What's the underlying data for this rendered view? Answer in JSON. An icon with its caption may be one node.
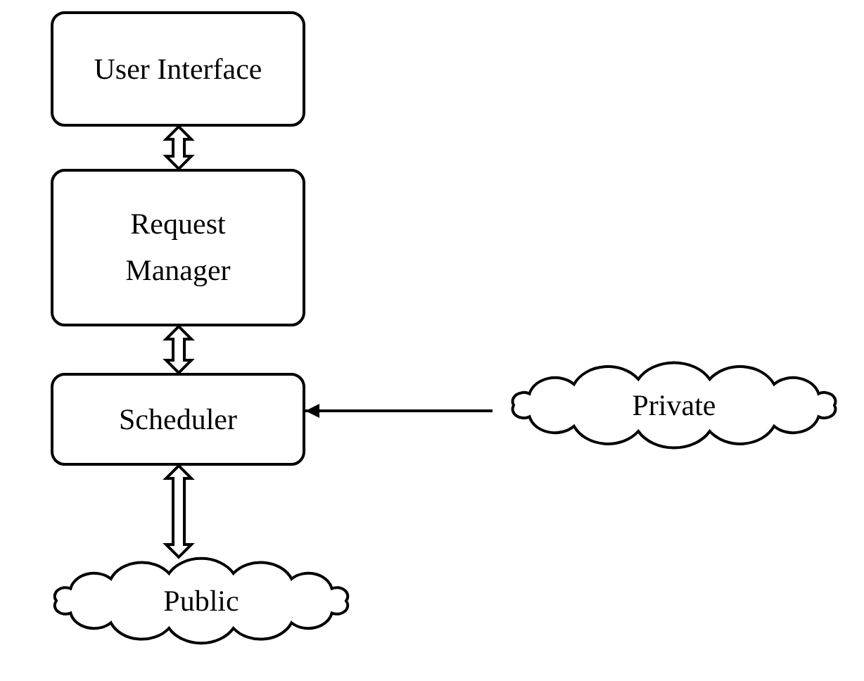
{
  "diagram": {
    "nodes": [
      {
        "text": [
          "User Interface"
        ]
      },
      {
        "text": [
          "Request Manager"
        ]
      },
      {
        "text": [
          "Scheduler"
        ]
      },
      {
        "text": [
          "Private"
        ]
      },
      {
        "text": [
          "Public"
        ]
      }
    ],
    "edges": [
      {
        "from": 0,
        "to": 1,
        "arrow": "both",
        "style": "thick"
      },
      {
        "from": 1,
        "to": 2,
        "arrow": "both",
        "style": "thick"
      },
      {
        "from": 3,
        "to": 2,
        "arrow": "to"
      },
      {
        "from": 2,
        "to": 4,
        "arrow": "both",
        "style": "thick"
      }
    ]
  }
}
